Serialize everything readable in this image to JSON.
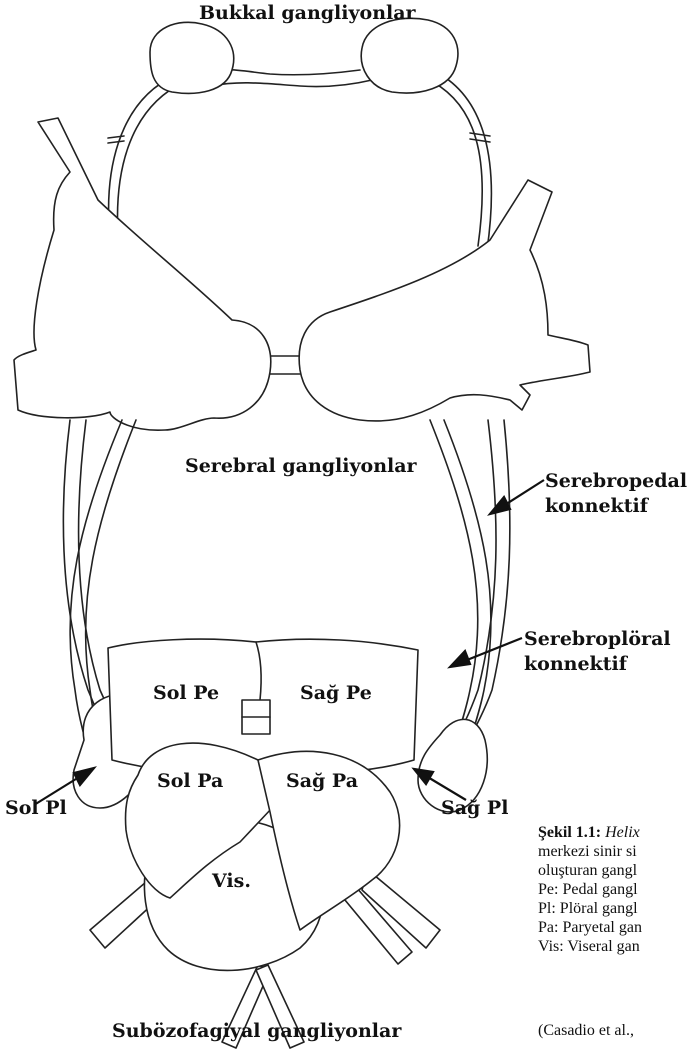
{
  "labels": {
    "buccal": "Bukkal gangliyonlar",
    "cerebral": "Serebral gangliyonlar",
    "cerebropedal_1": "Serebropedal",
    "cerebropedal_2": "konnektif",
    "cerebropleural_1": "Serebroplöral",
    "cerebropleural_2": "konnektif",
    "sol_pe": "Sol Pe",
    "sag_pe": "Sağ Pe",
    "sol_pa": "Sol Pa",
    "sag_pa": "Sağ Pa",
    "sol_pl": "Sol Pl",
    "sag_pl": "Sağ Pl",
    "vis": "Vis.",
    "subesophageal": "Subözofagiyal gangliyonlar"
  },
  "caption": {
    "figure_label": "Şekil 1.1:",
    "line1_italic": "Helix",
    "line2": "merkezi sinir si",
    "line3": "oluşturan gangl",
    "line4": "Pe: Pedal gangl",
    "line5": "Pl: Plöral gangl",
    "line6": "Pa: Paryetal gan",
    "line7": "Vis: Viseral gan",
    "citation": "(Casadio et al.,"
  }
}
